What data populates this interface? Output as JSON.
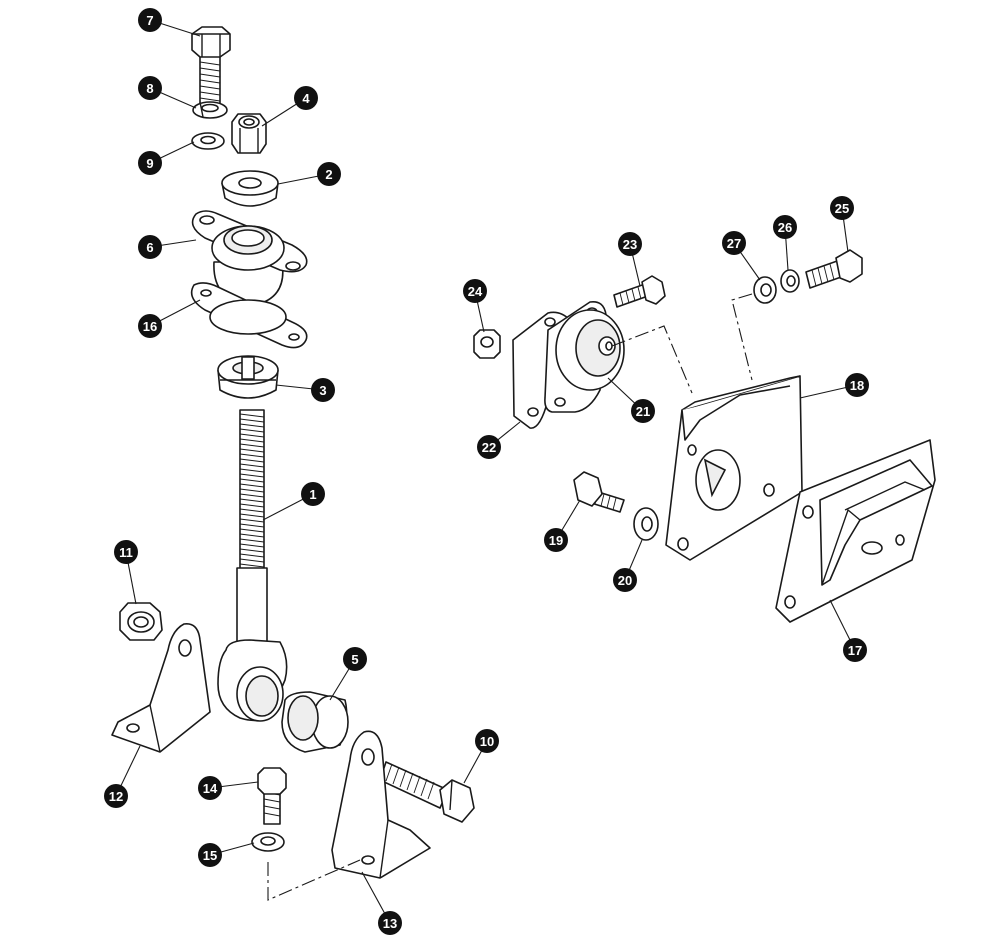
{
  "diagram": {
    "callouts": [
      {
        "id": "7",
        "label": "7"
      },
      {
        "id": "8",
        "label": "8"
      },
      {
        "id": "4",
        "label": "4"
      },
      {
        "id": "9",
        "label": "9"
      },
      {
        "id": "2",
        "label": "2"
      },
      {
        "id": "6",
        "label": "6"
      },
      {
        "id": "16",
        "label": "16"
      },
      {
        "id": "3",
        "label": "3"
      },
      {
        "id": "1",
        "label": "1"
      },
      {
        "id": "11",
        "label": "11"
      },
      {
        "id": "5",
        "label": "5"
      },
      {
        "id": "12",
        "label": "12"
      },
      {
        "id": "10",
        "label": "10"
      },
      {
        "id": "14",
        "label": "14"
      },
      {
        "id": "15",
        "label": "15"
      },
      {
        "id": "13",
        "label": "13"
      },
      {
        "id": "23",
        "label": "23"
      },
      {
        "id": "24",
        "label": "24"
      },
      {
        "id": "27",
        "label": "27"
      },
      {
        "id": "26",
        "label": "26"
      },
      {
        "id": "25",
        "label": "25"
      },
      {
        "id": "18",
        "label": "18"
      },
      {
        "id": "21",
        "label": "21"
      },
      {
        "id": "22",
        "label": "22"
      },
      {
        "id": "19",
        "label": "19"
      },
      {
        "id": "20",
        "label": "20"
      },
      {
        "id": "17",
        "label": "17"
      }
    ]
  }
}
